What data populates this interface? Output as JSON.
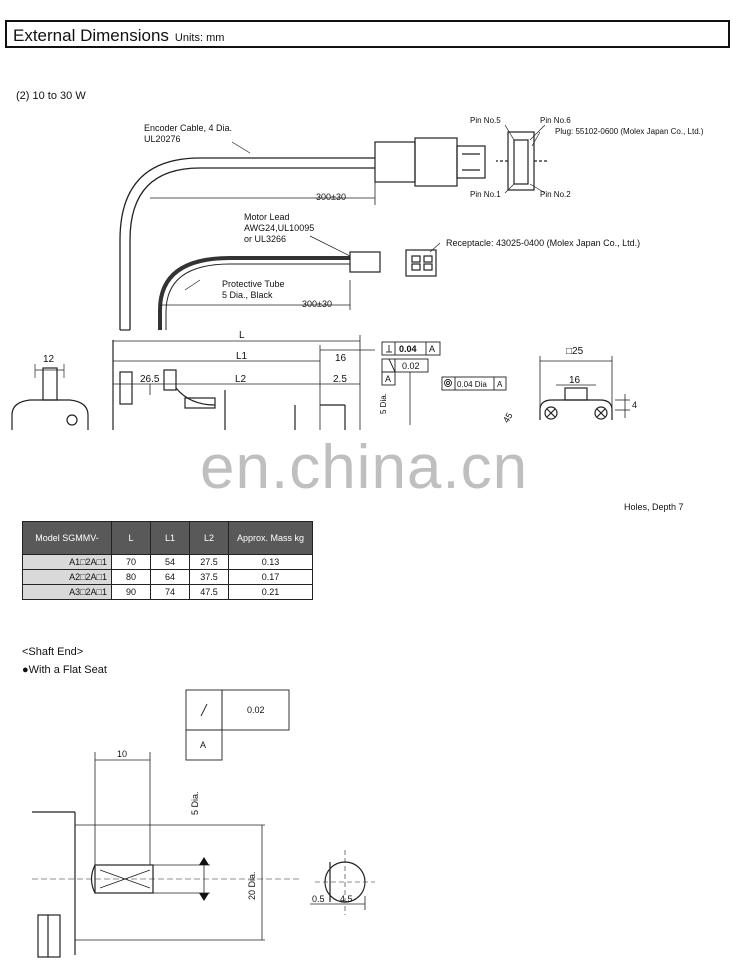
{
  "header": {
    "title": "External Dimensions",
    "units": "Units: mm"
  },
  "section_label": "(2) 10 to 30 W",
  "callouts": {
    "encoder_cable": "Encoder Cable, 4 Dia.",
    "encoder_ul": "UL20276",
    "pin5": "Pin No.5",
    "pin6": "Pin No.6",
    "pin1": "Pin No.1",
    "pin2": "Pin No.2",
    "plug": "Plug: 55102-0600 (Molex Japan Co., Ltd.)",
    "encoder_len": "300±30",
    "motor_lead_1": "Motor Lead",
    "motor_lead_2": "AWG24,UL10095",
    "motor_lead_3": "or UL3266",
    "receptacle": "Receptacle: 43025-0400 (Molex Japan Co., Ltd.)",
    "tube_1": "Protective Tube",
    "tube_2": "5 Dia., Black",
    "motor_len": "300±30",
    "holes": "Holes, Depth 7"
  },
  "dims": {
    "d12": "12",
    "L": "L",
    "L1": "L1",
    "L2": "L2",
    "d16": "16",
    "d265": "26.5",
    "d25": "2.5",
    "sq25": "□25",
    "d16b": "16",
    "d4": "4",
    "d45": "45",
    "tol1": "0.04",
    "tol1_ref": "A",
    "tol2": "0.02",
    "ref_a": "A",
    "conc": "0.04 Dia",
    "conc_ref": "A",
    "shaft_dia": "5 Dia."
  },
  "table": {
    "headers": [
      "Model SGMMV-",
      "L",
      "L1",
      "L2",
      "Approx. Mass kg"
    ],
    "rows": [
      [
        "A1□2A□1",
        "70",
        "54",
        "27.5",
        "0.13"
      ],
      [
        "A2□2A□1",
        "80",
        "64",
        "37.5",
        "0.17"
      ],
      [
        "A3□2A□1",
        "90",
        "74",
        "47.5",
        "0.21"
      ]
    ]
  },
  "shaft": {
    "title": "<Shaft End>",
    "subtitle": "●With a Flat Seat",
    "tol": "0.02",
    "ref": "A",
    "d10": "10",
    "shaft_dia": "5 Dia.",
    "flange_dia": "20 Dia.",
    "d05": "0.5",
    "d45": "4.5"
  },
  "watermark": "en.china.cn"
}
